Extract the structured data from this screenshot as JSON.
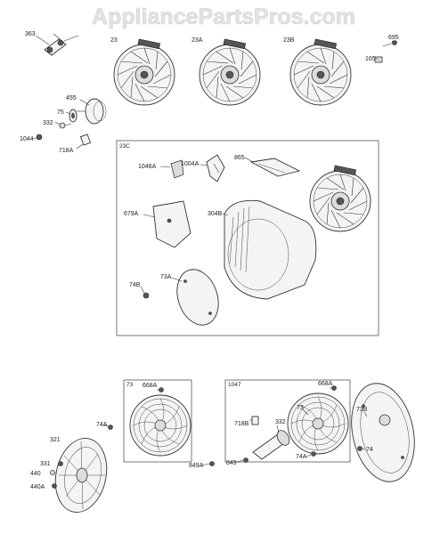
{
  "watermark": "AppliancePartsPros.com",
  "labels": {
    "p363": "363",
    "p23": "23",
    "p23a": "23A",
    "p23b": "23B",
    "p695": "695",
    "p165": "165",
    "p455": "455",
    "p75": "75",
    "p332": "332",
    "p1044": "1044",
    "p718a": "718A",
    "p1046a": "1046A",
    "p1004a": "1004A",
    "p865": "865",
    "p679a": "679A",
    "p304b": "304B",
    "p73a": "73A",
    "p74b": "74B",
    "p668a1": "668A",
    "p74a1": "74A",
    "p321": "321",
    "p331": "331",
    "p440": "440",
    "p440a": "440A",
    "p849a": "849A",
    "p718b": "718B",
    "p332b": "332",
    "p73": "73",
    "p668a2": "668A",
    "p849": "849",
    "p74a2": "74A",
    "p73b": "73B",
    "p74": "74"
  },
  "boxes": {
    "kit23c": "23C",
    "kit73": "73",
    "kit1047": "1047"
  }
}
